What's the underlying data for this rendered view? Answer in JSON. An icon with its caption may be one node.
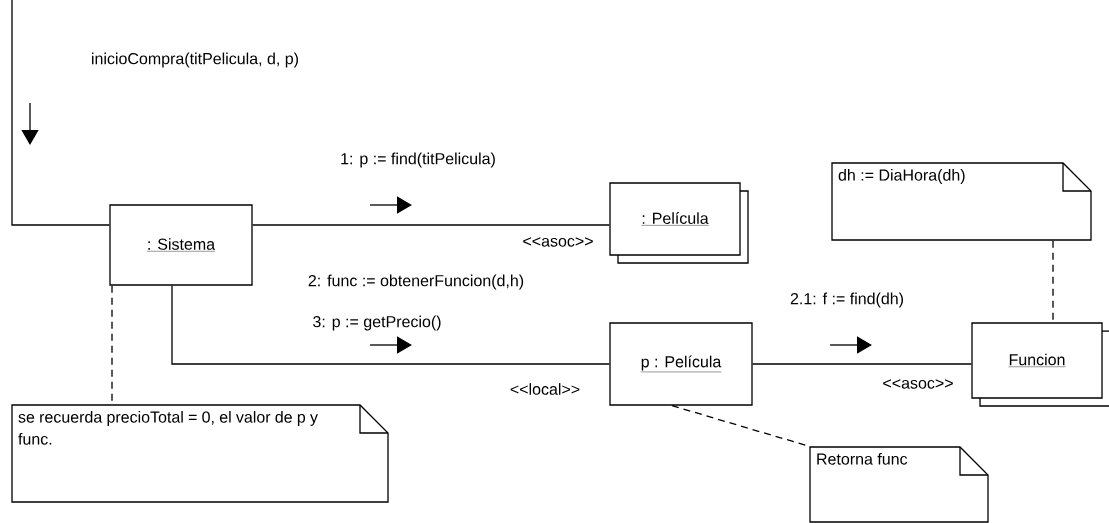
{
  "diagram": {
    "nodes": [
      {
        "text": [
          ": Sistema"
        ]
      },
      {
        "text": [
          ": Película"
        ]
      },
      {
        "text": [
          "p : Película"
        ]
      },
      {
        "text": [
          "Funcion"
        ]
      },
      {
        "text": [
          "dh := DiaHora(dh)"
        ]
      },
      {
        "text": [
          "se recuerda precioTotal = 0, el valor de p y func."
        ]
      },
      {
        "text": [
          "Retorna func"
        ]
      }
    ],
    "edges": [
      {
        "from": null,
        "to": 0,
        "arrow": "none",
        "label": "inicioCompra(titPelicula, d, p)"
      },
      {
        "from": 0,
        "to": 1,
        "arrow": "none",
        "label": "1: p := find(titPelicula)"
      },
      {
        "from": 0,
        "to": 2,
        "arrow": "none",
        "label": "3: p := getPrecio()"
      },
      {
        "from": 2,
        "to": 3,
        "arrow": "none",
        "label": "2.1: f := find(dh)"
      },
      {
        "from": 0,
        "to": 5,
        "arrow": "none",
        "style": "dashed"
      },
      {
        "from": 2,
        "to": 6,
        "arrow": "none",
        "style": "dashed"
      },
      {
        "from": 4,
        "to": 3,
        "arrow": "none",
        "style": "dashed"
      }
    ],
    "labels": [
      "<<asoc>>",
      "2: func := obtenerFuncion(d,h)",
      "<<local>>",
      "<<asoc>>"
    ]
  }
}
